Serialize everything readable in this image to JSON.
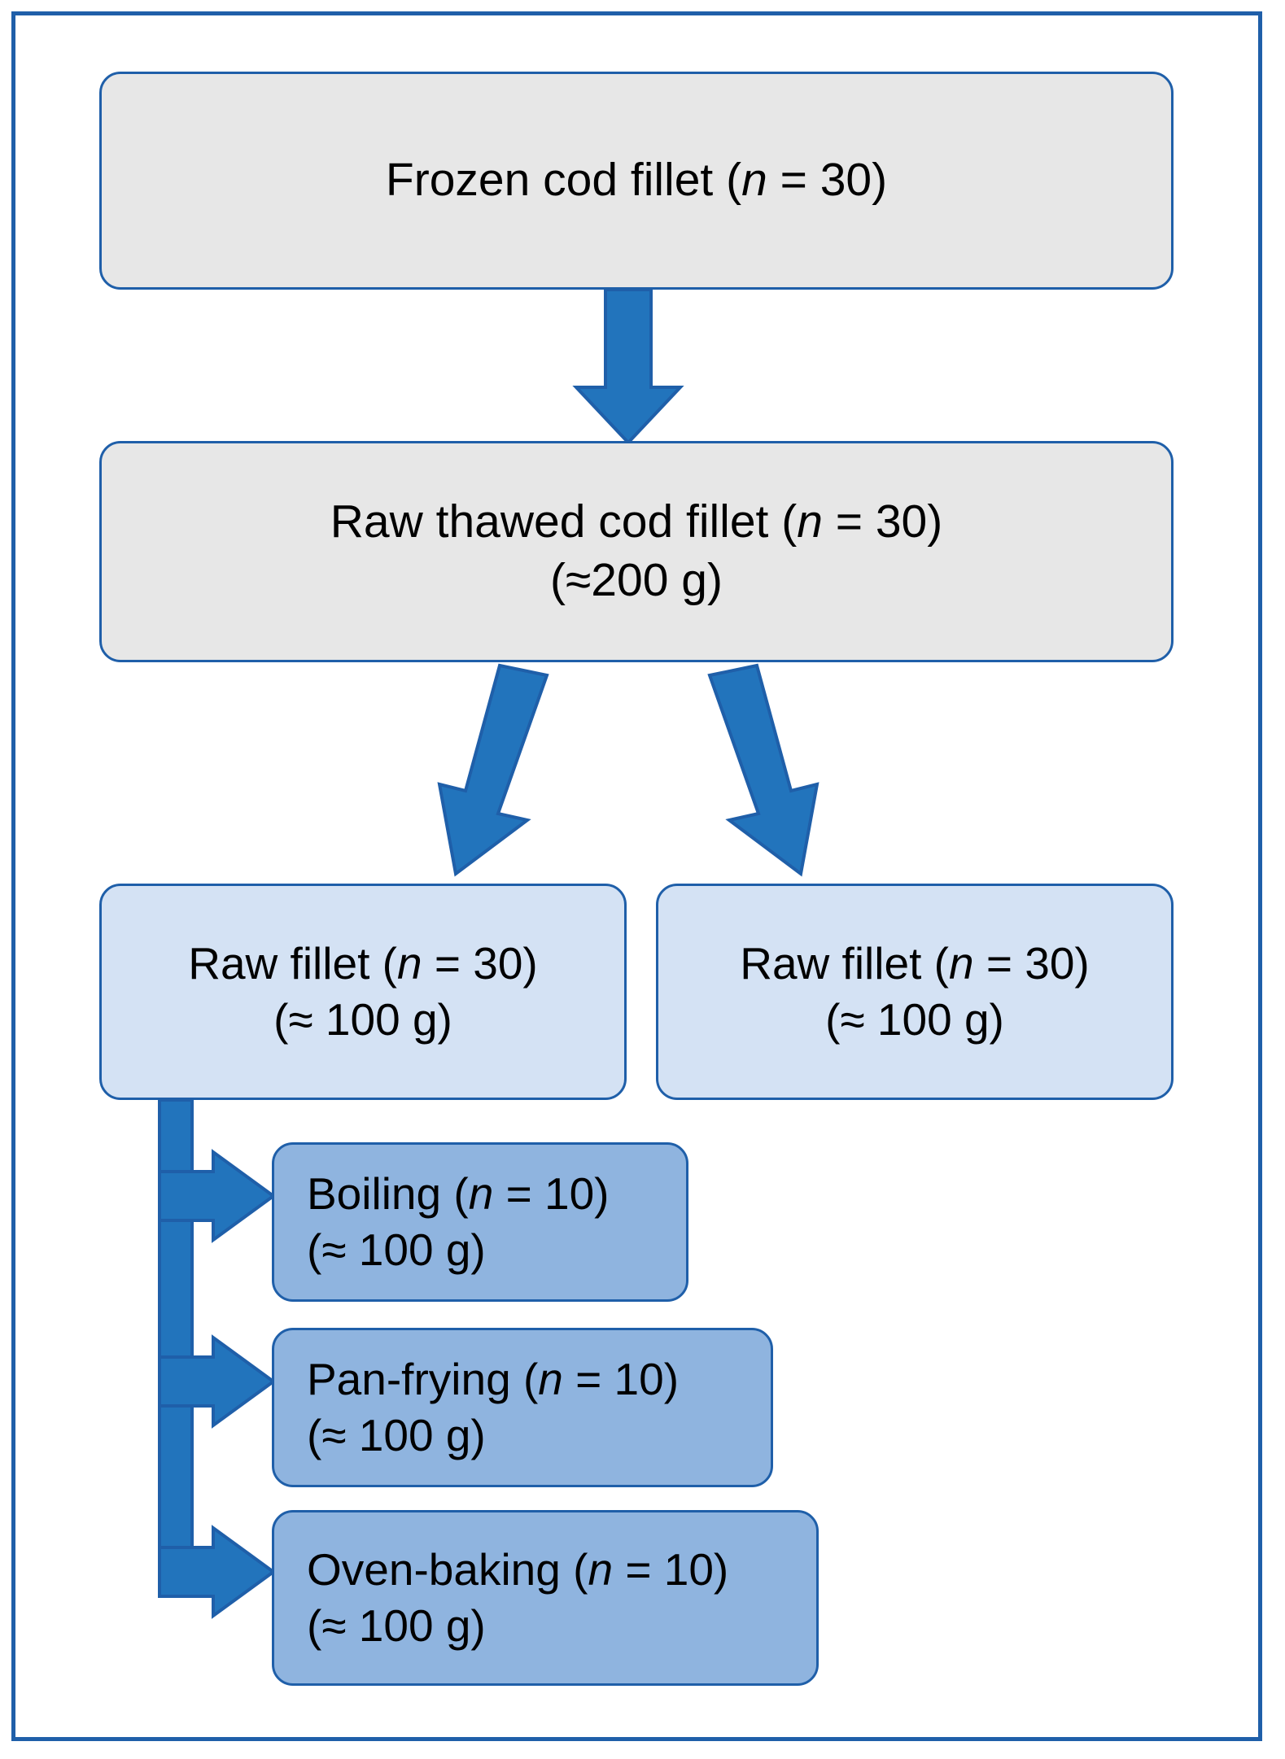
{
  "diagram": {
    "title": "Cod fillet sample preparation and cooking flowchart",
    "colors": {
      "border": "#1F5FA9",
      "arrow_fill": "#2274BC",
      "arrow_stroke": "#1F5FA9",
      "fill_grey": "#E7E7E7",
      "fill_light_blue": "#D4E2F4",
      "fill_medium_blue": "#8FB4DF",
      "frame": "#1F5FA9",
      "text": "#000000"
    },
    "nodes": [
      {
        "id": "frozen",
        "lines": [
          {
            "pre": "Frozen cod fillet (",
            "ital": "n",
            "post": " = 30)"
          }
        ],
        "fill": "grey",
        "align": "center"
      },
      {
        "id": "thawed",
        "lines": [
          {
            "pre": "Raw thawed cod fillet (",
            "ital": "n",
            "post": " = 30)"
          },
          {
            "pre": "(≈200 g)",
            "ital": "",
            "post": ""
          }
        ],
        "fill": "grey",
        "align": "center"
      },
      {
        "id": "raw-left",
        "lines": [
          {
            "pre": "Raw fillet (",
            "ital": "n",
            "post": " = 30)"
          },
          {
            "pre": "(≈ 100 g)",
            "ital": "",
            "post": ""
          }
        ],
        "fill": "light-blue",
        "align": "center"
      },
      {
        "id": "raw-right",
        "lines": [
          {
            "pre": "Raw fillet (",
            "ital": "n",
            "post": " = 30)"
          },
          {
            "pre": "(≈ 100 g)",
            "ital": "",
            "post": ""
          }
        ],
        "fill": "light-blue",
        "align": "center"
      },
      {
        "id": "boiling",
        "lines": [
          {
            "pre": "Boiling (",
            "ital": "n",
            "post": " = 10)"
          },
          {
            "pre": "(≈ 100 g)",
            "ital": "",
            "post": ""
          }
        ],
        "fill": "medium-blue",
        "align": "left"
      },
      {
        "id": "panfrying",
        "lines": [
          {
            "pre": "Pan-frying (",
            "ital": "n",
            "post": " = 10)"
          },
          {
            "pre": "(≈ 100 g)",
            "ital": "",
            "post": ""
          }
        ],
        "fill": "medium-blue",
        "align": "left"
      },
      {
        "id": "ovenbaking",
        "lines": [
          {
            "pre": "Oven-baking (",
            "ital": "n",
            "post": " = 10)"
          },
          {
            "pre": "(≈ 100 g)",
            "ital": "",
            "post": ""
          }
        ],
        "fill": "medium-blue",
        "align": "left"
      }
    ],
    "edges": [
      {
        "id": "frozen-to-thawed",
        "from": "frozen",
        "to": "thawed",
        "shape": "down-arrow"
      },
      {
        "id": "thawed-to-raw-left",
        "from": "thawed",
        "to": "raw-left",
        "shape": "diagonal-arrow-left"
      },
      {
        "id": "thawed-to-raw-right",
        "from": "thawed",
        "to": "raw-right",
        "shape": "diagonal-arrow-right"
      },
      {
        "id": "raw-left-to-boiling",
        "from": "raw-left",
        "to": "boiling",
        "shape": "elbow-right-arrow"
      },
      {
        "id": "raw-left-to-panfrying",
        "from": "raw-left",
        "to": "panfrying",
        "shape": "elbow-right-arrow"
      },
      {
        "id": "raw-left-to-ovenbaking",
        "from": "raw-left",
        "to": "ovenbaking",
        "shape": "elbow-right-arrow"
      }
    ]
  }
}
